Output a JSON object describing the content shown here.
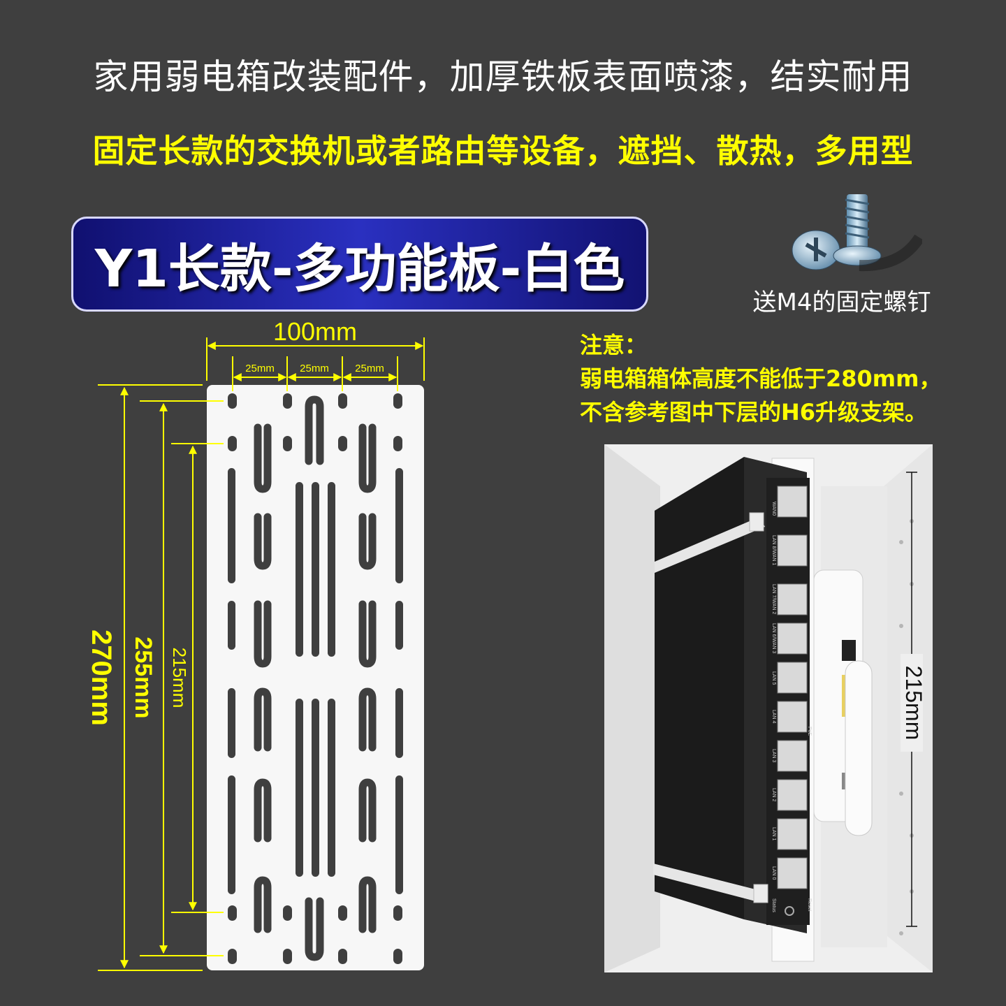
{
  "header": {
    "title": "家用弱电箱改装配件，加厚铁板表面喷漆，结实耐用",
    "subtitle": "固定长款的交换机或者路由等设备，遮挡、散热，多用型"
  },
  "badge": {
    "label": "Y1长款-多功能板-白色"
  },
  "screw": {
    "label": "送M4的固定螺钉"
  },
  "notice": {
    "heading": "注意：",
    "line1": "弱电箱箱体高度不能低于280mm，",
    "line2": "不含参考图中下层的H6升级支架。"
  },
  "dimensions": {
    "width_total": "100mm",
    "spacing_1": "25mm",
    "spacing_2": "25mm",
    "spacing_3": "25mm",
    "height_total": "270mm",
    "height_holes_outer": "255mm",
    "height_holes_inner": "215mm",
    "photo_height": "215mm"
  },
  "device": {
    "ports": [
      "WAN0",
      "LAN 8/WAN 1",
      "LAN 7/WAN 2",
      "LAN 6/WAN 3",
      "LAN 5",
      "LAN 4",
      "LAN 3",
      "LAN 2",
      "LAN 1",
      "LAN 0"
    ],
    "status_labels": [
      "Status",
      "Reset"
    ],
    "poe_label": "PoE"
  },
  "colors": {
    "background": "#3f3f3f",
    "accent": "#ffff00",
    "badge": "#2a30c0"
  }
}
